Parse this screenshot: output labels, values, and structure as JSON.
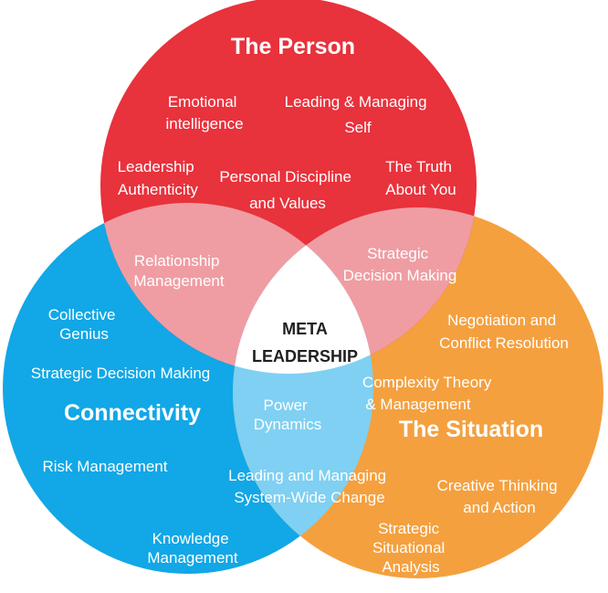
{
  "diagram": {
    "center": {
      "line1": "META",
      "line2": "LEADERSHIP"
    },
    "circles": {
      "person": {
        "title": "The Person",
        "color": "#e8323c"
      },
      "connectivity": {
        "title": "Connectivity",
        "color": "#12a7e6"
      },
      "situation": {
        "title": "The Situation",
        "color": "#f4a03f"
      }
    },
    "person_items": {
      "emotional": [
        "Emotional",
        "intelligence"
      ],
      "leading_self": [
        "Leading & Managing",
        "Self"
      ],
      "authenticity": [
        "Leadership",
        "Authenticity"
      ],
      "discipline": [
        "Personal Discipline",
        "and Values"
      ],
      "truth": [
        "The   Truth",
        "About You"
      ]
    },
    "overlaps": {
      "person_connectivity": [
        "Relationship",
        "Management"
      ],
      "person_situation": [
        "Strategic",
        "Decision Making"
      ],
      "connectivity_situation": [
        "Power",
        "Dynamics"
      ]
    },
    "connectivity_items": {
      "collective": [
        "Collective",
        "Genius"
      ],
      "strategic": [
        "Strategic Decision Making"
      ],
      "risk": [
        "Risk Management"
      ],
      "knowledge": [
        "Knowledge",
        "Management"
      ],
      "system_change": [
        "Leading and Managing",
        "System-Wide Change"
      ]
    },
    "situation_items": {
      "negotiation": [
        "Negotiation and",
        "Conflict Resolution"
      ],
      "complexity": [
        "Complexity Theory",
        "& Management"
      ],
      "creative": [
        "Creative Thinking",
        "and Action"
      ],
      "situational": [
        "Strategic",
        "Situational",
        "Analysis"
      ]
    }
  }
}
